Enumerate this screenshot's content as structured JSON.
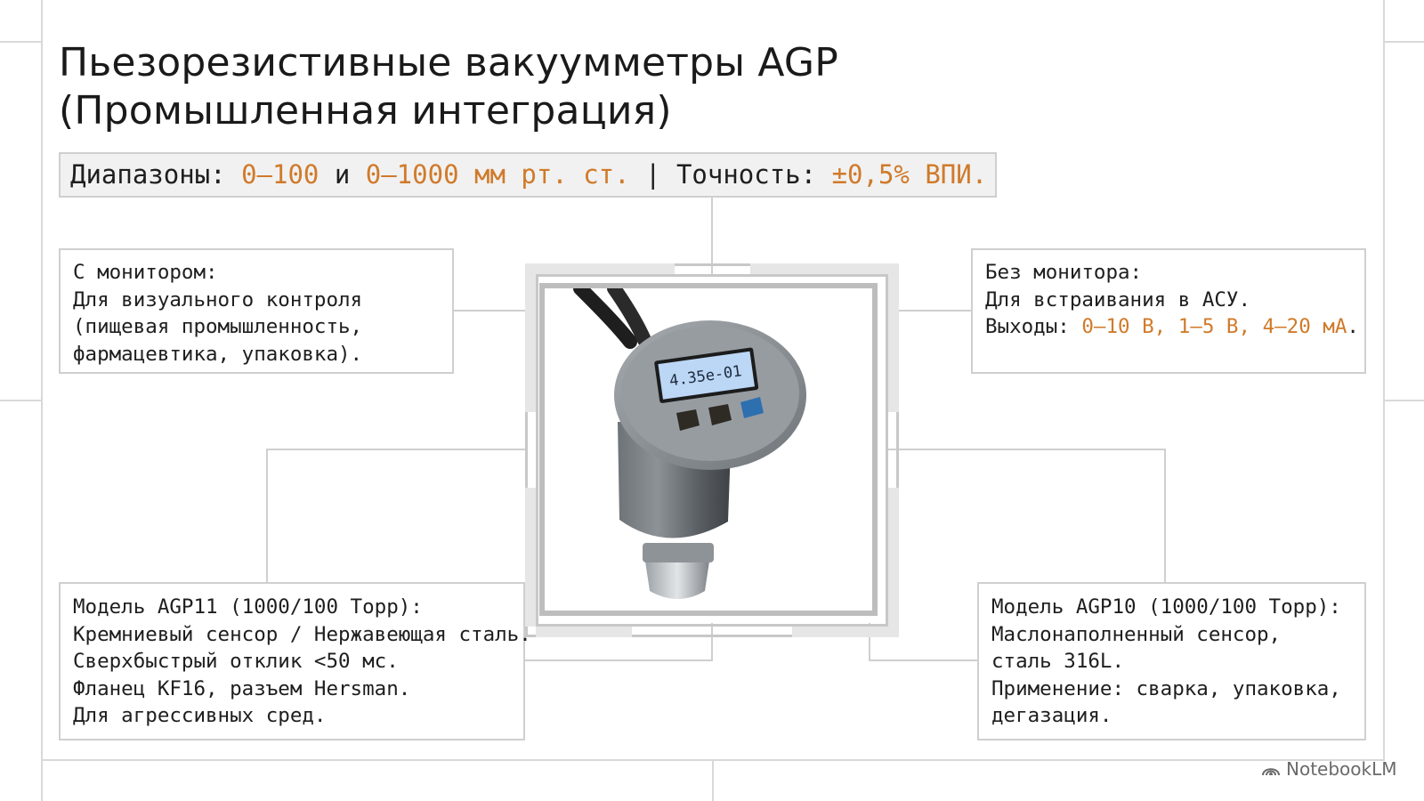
{
  "title": {
    "line1": "Пьезорезистивные вакуумметры AGP",
    "line2": "(Промышленная интеграция)"
  },
  "banner": {
    "ranges_label": "Диапазоны: ",
    "range1": "0–100",
    "conj": " и ",
    "range2": "0–1000 мм рт. ст.",
    "separator": " | ",
    "accuracy_label": "Точность: ",
    "accuracy": "±0,5% ВПИ."
  },
  "box_with_monitor": {
    "l1": "С монитором:",
    "l2": "Для визуального контроля",
    "l3": "(пищевая промышленность,",
    "l4": "фармацевтика, упаковка)."
  },
  "box_without_monitor": {
    "l1": "Без монитора:",
    "l2": "Для встраивания в АСУ.",
    "l3_label": "Выходы: ",
    "l3_value": "0–10 В, 1–5 В, 4–20 мА",
    "l3_end": "."
  },
  "box_agp11": {
    "l1": "Модель AGP11 (1000/100 Торр):",
    "l2": "Кремниевый сенсор / Нержавеющая сталь.",
    "l3": "Сверхбыстрый отклик <50 мс.",
    "l4": "Фланец KF16, разъем Hersman.",
    "l5": "Для агрессивных сред."
  },
  "box_agp10": {
    "l1": "Модель AGP10 (1000/100 Торр):",
    "l2": "Маслонаполненный сенсор,",
    "l3": "сталь 316L.",
    "l4": "Применение: сварка, упаковка,",
    "l5": "дегазация."
  },
  "device": {
    "display_value": "4.35e-01"
  },
  "branding": {
    "logo_text": "NotebookLM"
  },
  "colors": {
    "accent": "#d07a2a",
    "lines": "#cfcfcf",
    "banner_bg": "#f1f1f1"
  }
}
